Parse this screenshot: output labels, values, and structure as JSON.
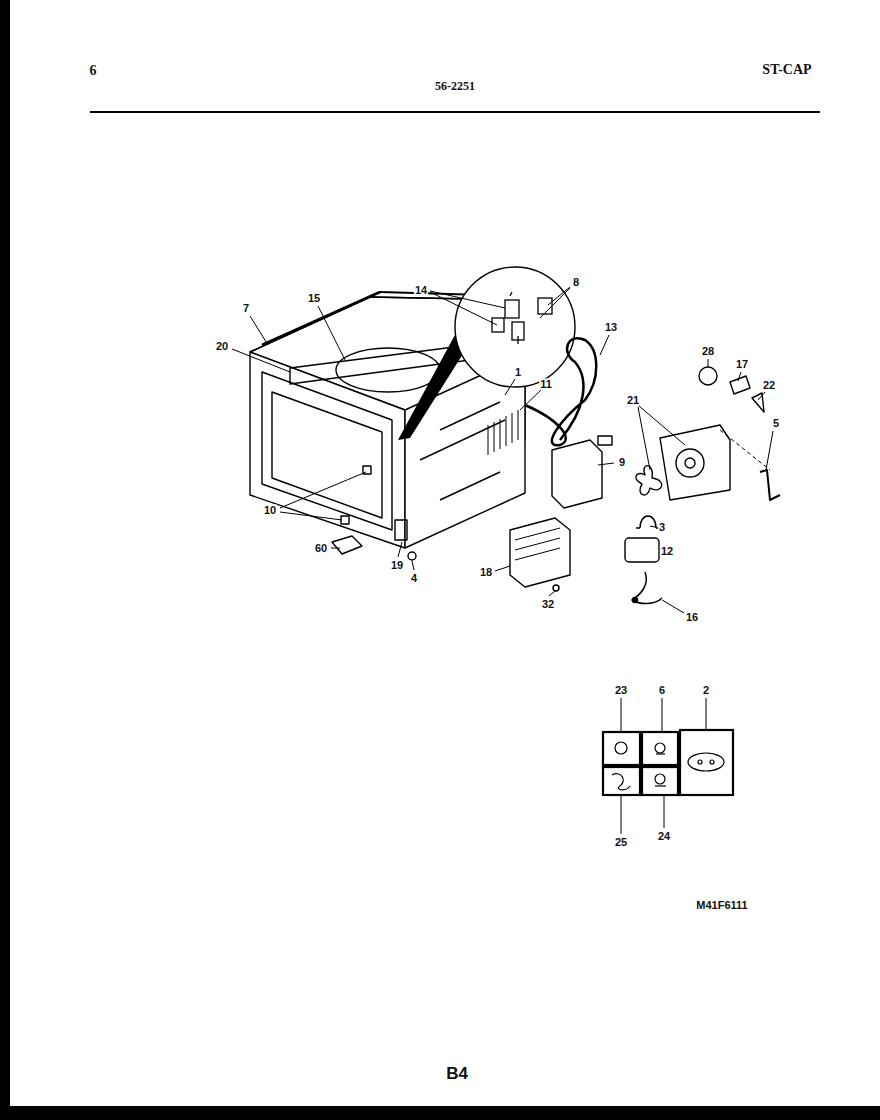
{
  "diagram": {
    "labels": [
      "6",
      "56-2251",
      "ST-CAP",
      "14",
      "8",
      "7",
      "15",
      "13",
      "20",
      "1",
      "11",
      "28",
      "17",
      "22",
      "21",
      "5",
      "9",
      "10",
      "3",
      "60",
      "19",
      "4",
      "18",
      "32",
      "12",
      "16",
      "23",
      "6",
      "2",
      "25",
      "24",
      "M41F6111",
      "B4"
    ]
  }
}
